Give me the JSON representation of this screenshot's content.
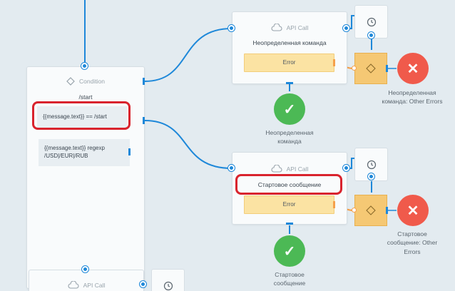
{
  "condition_node": {
    "header": "Condition",
    "title": "/start",
    "rule1": "{{message.text}} == /start",
    "rule2": "{{message.text}} regexp /USD|/EUR|/RUB"
  },
  "api_node_1": {
    "header": "API Call",
    "title": "Неопределенная команда",
    "error_label": "Error"
  },
  "api_node_2": {
    "header": "API Call",
    "title": "Стартовое сообщение",
    "error_label": "Error"
  },
  "api_node_3": {
    "header": "API Call"
  },
  "outcomes": {
    "success1": "Неопределенная команда",
    "error1": "Неопределенная команда: Other Errors",
    "success2": "Стартовое сообщение",
    "error2": "Стартовое сообщение: Other Errors"
  },
  "colors": {
    "background": "#e3ebf0",
    "link": "#1e88d9",
    "success": "#4cb955",
    "error": "#f05a4b",
    "error_branch": "#f5c874",
    "highlight": "#d9232d"
  }
}
